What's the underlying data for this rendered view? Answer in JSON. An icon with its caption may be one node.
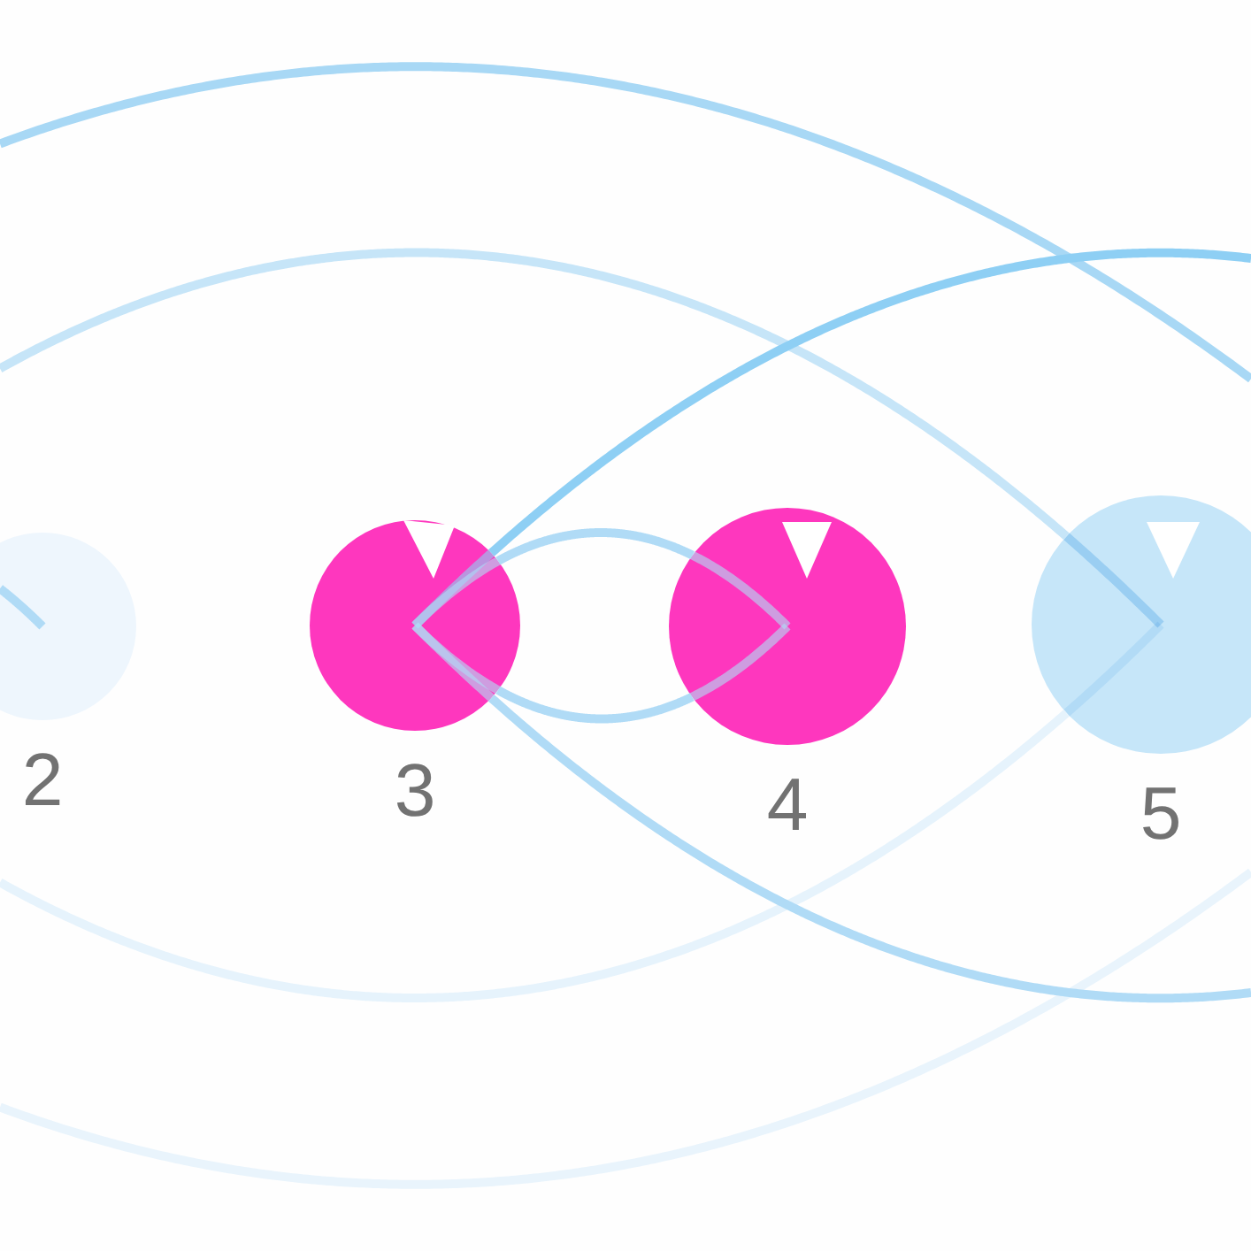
{
  "diagram": {
    "nodes": [
      {
        "text": [
          "2"
        ]
      },
      {
        "text": [
          "3"
        ]
      },
      {
        "text": [
          "4"
        ]
      },
      {
        "text": [
          "5"
        ]
      }
    ],
    "edges": [
      {
        "from": null,
        "to": 0,
        "arrow": "none"
      },
      {
        "from": null,
        "to": 3,
        "arrow": "none",
        "color": "#c6e5f8"
      },
      {
        "from": null,
        "to": 3,
        "arrow": "none",
        "color": "#e6f3fc"
      },
      {
        "from": 1,
        "to": null,
        "arrow": "none",
        "color": "#8ecff4"
      },
      {
        "from": 1,
        "to": null,
        "arrow": "none"
      },
      {
        "from": 1,
        "to": 2,
        "arrow": "none"
      },
      {
        "from": 1,
        "to": 2,
        "arrow": "none"
      }
    ]
  }
}
